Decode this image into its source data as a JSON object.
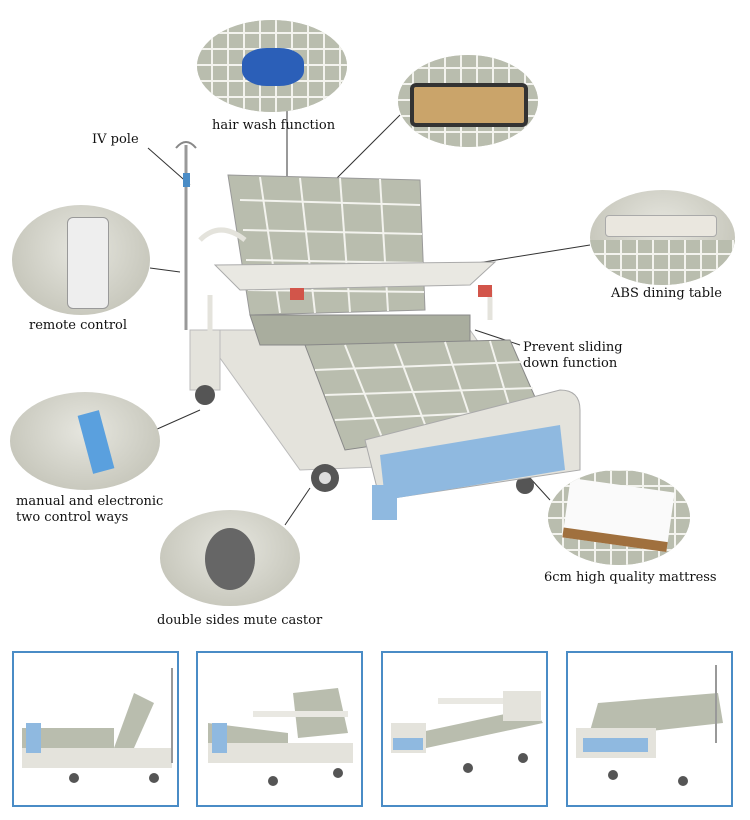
{
  "callouts": {
    "iv_pole": "IV pole",
    "hair_wash": "hair wash function",
    "remote_control": "remote control",
    "dining_table": "ABS dining table",
    "prevent_sliding_line1": "Prevent sliding",
    "prevent_sliding_line2": "down function",
    "control_ways_line1": "manual and electronic",
    "control_ways_line2": "two control ways",
    "castor": "double sides mute castor",
    "mattress": "6cm high quality mattress"
  },
  "colors": {
    "accent_blue": "#4a8cc6",
    "bed_frame": "#e4e3dc",
    "panel_blue": "#8fb9e0",
    "plaid": "#b9bdae"
  },
  "thumbnails": [
    {
      "position": "sitting-up"
    },
    {
      "position": "back-raised-with-table"
    },
    {
      "position": "flat-with-table"
    },
    {
      "position": "flat-with-iv-pole"
    }
  ]
}
